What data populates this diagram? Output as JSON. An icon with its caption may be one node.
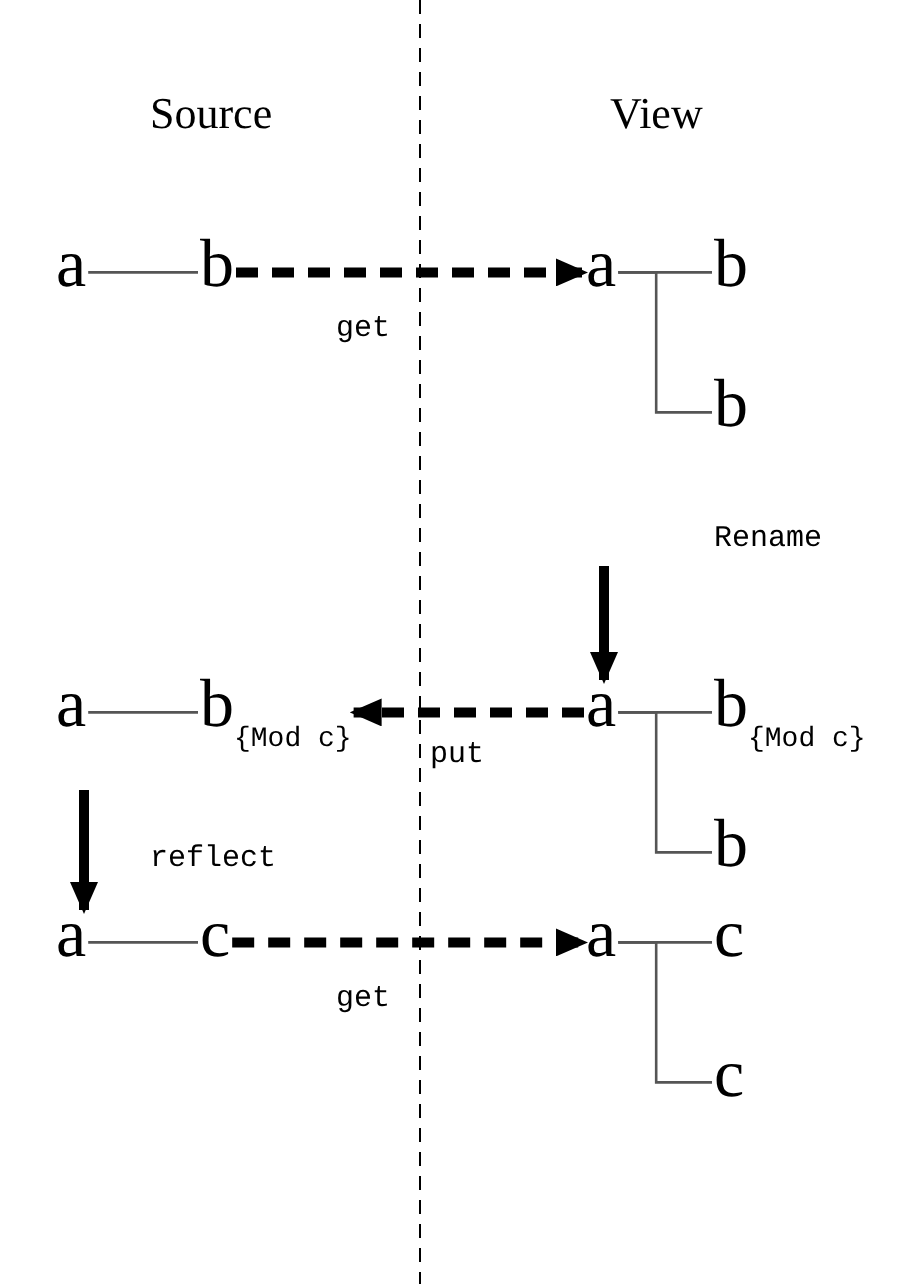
{
  "diagram": {
    "nodes": [
      {
        "text": [
          "a"
        ]
      },
      {
        "text": [
          "b"
        ]
      },
      {
        "text": [
          "a"
        ]
      },
      {
        "text": [
          "b"
        ]
      },
      {
        "text": [
          "b"
        ]
      },
      {
        "text": [
          "a"
        ]
      },
      {
        "text": [
          "b"
        ],
        "beside": [
          "{Mod c}"
        ]
      },
      {
        "text": [
          "a"
        ]
      },
      {
        "text": [
          "b"
        ],
        "beside": [
          "{Mod c}"
        ]
      },
      {
        "text": [
          "b"
        ]
      },
      {
        "text": [
          "a"
        ]
      },
      {
        "text": [
          "c"
        ]
      },
      {
        "text": [
          "a"
        ]
      },
      {
        "text": [
          "c"
        ]
      },
      {
        "text": [
          "c"
        ]
      }
    ],
    "edges": [
      {
        "from": 0,
        "to": 1,
        "arrow": "none"
      },
      {
        "from": 2,
        "to": 3,
        "arrow": "none"
      },
      {
        "from": 2,
        "to": 4,
        "arrow": "none"
      },
      {
        "from": 1,
        "to": 2,
        "arrow": "to",
        "label": "get",
        "style": "dashed"
      },
      {
        "from": null,
        "to": 7,
        "arrow": "to",
        "label": "Rename",
        "style": "thick"
      },
      {
        "from": 7,
        "to": 6,
        "arrow": "to",
        "label": "put",
        "style": "dashed"
      },
      {
        "from": 5,
        "to": 6,
        "arrow": "none"
      },
      {
        "from": 7,
        "to": 8,
        "arrow": "none"
      },
      {
        "from": 7,
        "to": 9,
        "arrow": "none"
      },
      {
        "from": null,
        "to": 10,
        "arrow": "to",
        "label": "reflect",
        "style": "thick"
      },
      {
        "from": 10,
        "to": 11,
        "arrow": "none"
      },
      {
        "from": 11,
        "to": 12,
        "arrow": "to",
        "label": "get",
        "style": "dashed"
      },
      {
        "from": 12,
        "to": 13,
        "arrow": "none"
      },
      {
        "from": 12,
        "to": 14,
        "arrow": "none"
      }
    ],
    "labels": [
      "Source",
      "View"
    ]
  }
}
